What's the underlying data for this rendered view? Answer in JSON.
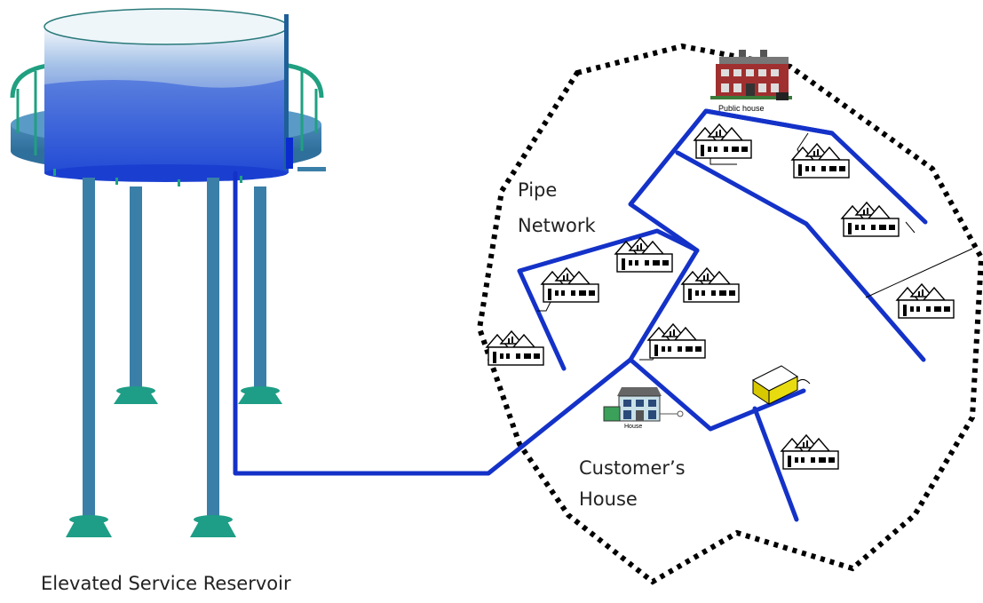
{
  "labels": {
    "reservoir": "Elevated Service Reservoir",
    "pipe_network_line1": "Pipe",
    "pipe_network_line2": "Network",
    "customer_line1": "Customer’s",
    "customer_line2": "House",
    "public_house": "Public house",
    "house_small": "House"
  },
  "colors": {
    "pipe": "#1432c8",
    "tower_structure": "#3a7fa8",
    "tower_feet": "#1e9e86",
    "railing": "#20a080",
    "water_top": "#e8f0f8",
    "water_bottom": "#1a3fd0",
    "boundary": "#000000"
  },
  "icons": {
    "reservoir": "elevated-water-tower-icon",
    "public_house": "public-house-building-icon",
    "customer_house": "customer-house-icon",
    "houses": "row-houses-icon",
    "meter_box": "meter-box-icon"
  }
}
